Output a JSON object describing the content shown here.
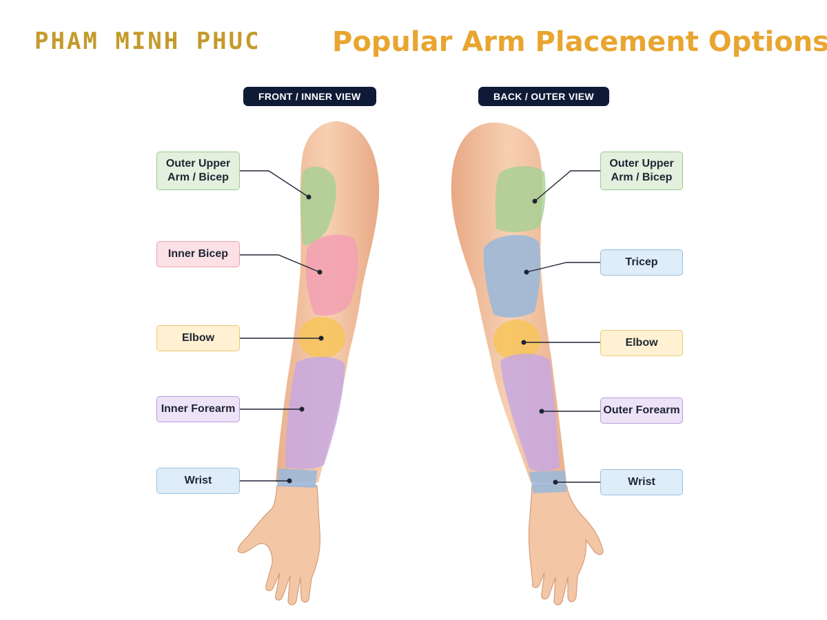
{
  "header": {
    "brand": "PHAM MINH PHUC",
    "title": "Popular Arm Placement Options"
  },
  "colors": {
    "brand": "#c49a2b",
    "title": "#e8a530",
    "pill": "#0f1a36",
    "skin": "#f3c7a6",
    "green_zone": "#a6cf94",
    "pink_zone": "#f2a0b4",
    "yellow_zone": "#f7c45a",
    "purple_zone": "#c7a8e0",
    "blue_zone": "#9db8d8"
  },
  "front_view": {
    "heading": "FRONT / INNER VIEW",
    "labels": {
      "outer_upper_arm": "Outer Upper\nArm / Bicep",
      "inner_bicep": "Inner Bicep",
      "elbow": "Elbow",
      "inner_forearm": "Inner Forearm",
      "wrist": "Wrist"
    }
  },
  "back_view": {
    "heading": "BACK / OUTER VIEW",
    "labels": {
      "outer_upper_arm": "Outer Upper\nArm / Bicep",
      "tricep": "Tricep",
      "elbow": "Elbow",
      "outer_forearm": "Outer Forearm",
      "wrist": "Wrist"
    }
  }
}
